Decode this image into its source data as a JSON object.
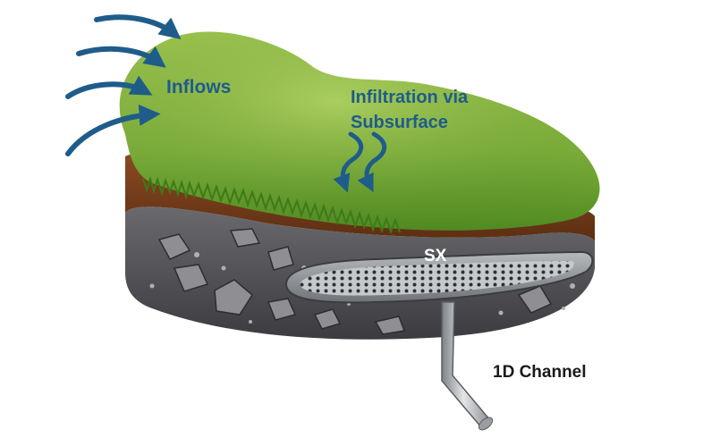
{
  "labels": {
    "inflows": "Inflows",
    "infiltration_line1": "Infiltration via",
    "infiltration_line2": "Subsurface",
    "sx": "SX",
    "channel": "1D Channel"
  },
  "colors": {
    "arrow_blue": "#1f5c8a",
    "label_blue": "#1f5c8a",
    "grass_light": "#9cc348",
    "grass_dark": "#4f8a22",
    "soil": "#7a3f1c",
    "gravel": "#5f5f62",
    "stone": "#8a8a8e",
    "pipe": "#b9bcc0",
    "dark_text": "#1a1a1a",
    "white_text": "#ffffff"
  },
  "icons": [
    "inflow-arrows",
    "infiltration-arrows",
    "perforated-pipe",
    "outlet-pipe"
  ]
}
